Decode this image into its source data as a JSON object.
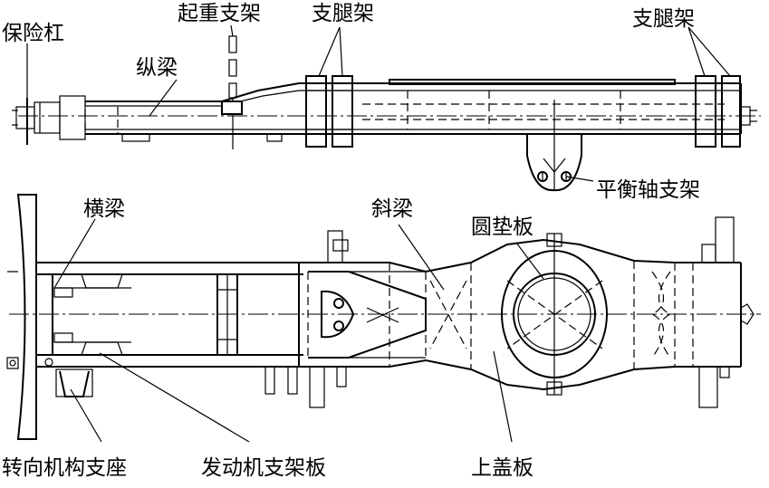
{
  "labels": {
    "bumper": "保险杠",
    "lifting_frame": "起重支架",
    "outrigger_top_left": "支腿架",
    "outrigger_top_right": "支腿架",
    "longitudinal_beam": "纵梁",
    "balance_shaft_bracket": "平衡轴支架",
    "cross_beam": "横梁",
    "diagonal_beam": "斜梁",
    "round_pad": "圆垫板",
    "steering_support": "转向机构支座",
    "engine_bracket": "发动机支架板",
    "upper_cover": "上盖板"
  }
}
